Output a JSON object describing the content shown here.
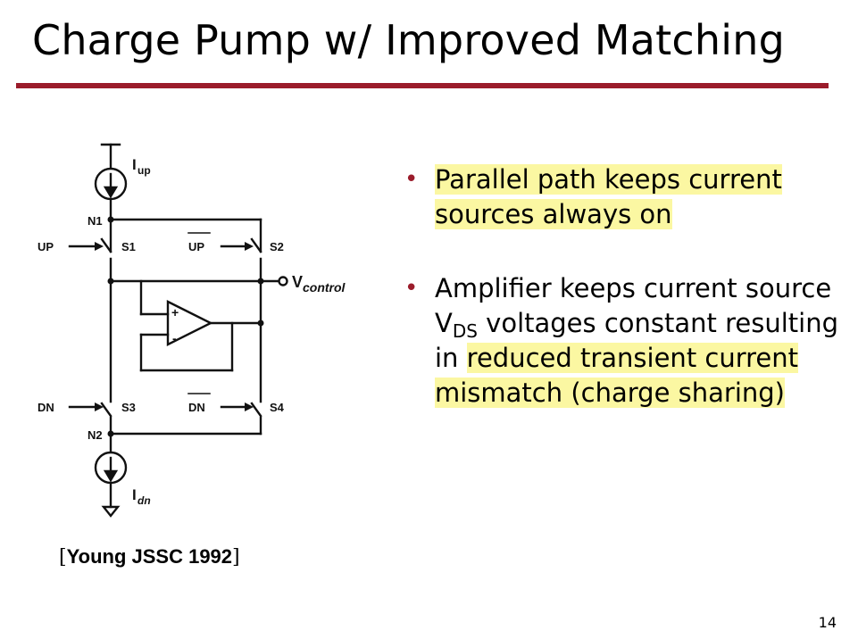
{
  "slide": {
    "title": "Charge Pump w/ Improved Matching",
    "page_number": "14"
  },
  "colors": {
    "rule": "#9b1c2b",
    "highlight": "#fbf7a2"
  },
  "circuit": {
    "labels": {
      "iup": "I",
      "iup_sub": "up",
      "idn": "I",
      "idn_sub": "dn",
      "n1": "N1",
      "n2": "N2",
      "up": "UP",
      "up_bar": "UP",
      "dn": "DN",
      "dn_bar": "DN",
      "s1": "S1",
      "s2": "S2",
      "s3": "S3",
      "s4": "S4",
      "vcontrol": "V",
      "vcontrol_sub": "control",
      "amp_plus": "+",
      "amp_minus": "-"
    }
  },
  "bullets": [
    {
      "text": "Parallel path keeps current sources always on"
    },
    {
      "pre": "Amplifier keeps current source V",
      "sub": "DS",
      "mid": " voltages constant resulting in ",
      "highlight": "reduced transient current mismatch (charge sharing)"
    }
  ],
  "citation": {
    "open": "[",
    "text": "Young JSSC 1992",
    "close": "]"
  }
}
